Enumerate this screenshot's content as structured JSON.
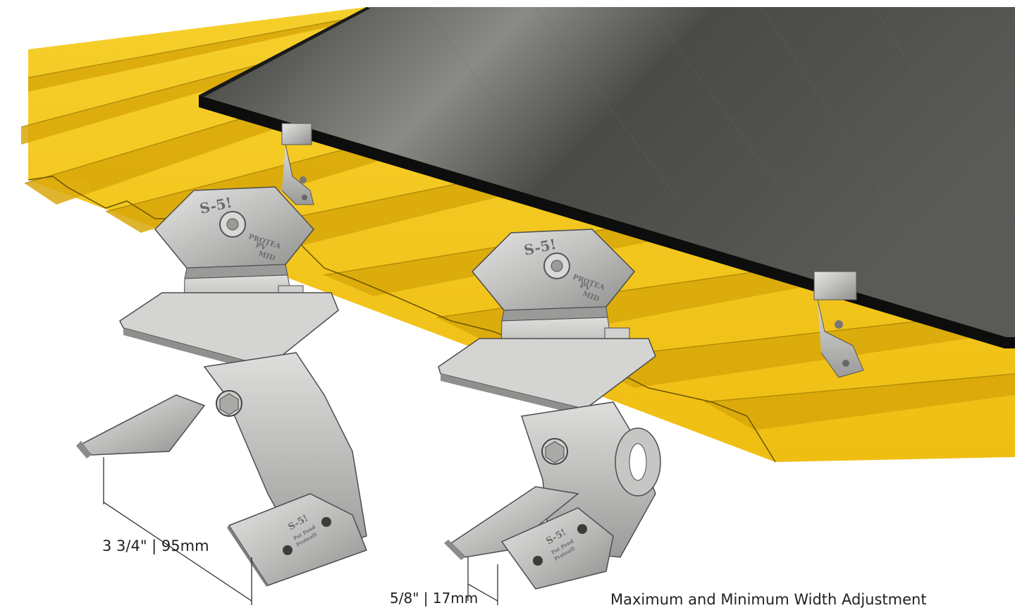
{
  "figure": {
    "caption": "Maximum and Minimum Width Adjustment",
    "dimension_max": "3 3/4\" | 95mm",
    "dimension_min": "5/8\" | 17mm"
  },
  "clamp_stamp": {
    "logo": "S-5!",
    "line1": "PROTEA",
    "line2": "PV",
    "line3": "MID"
  },
  "bracket_stamp": {
    "logo": "S-5!",
    "line1": "Pat Pend",
    "line2": "ProteaII"
  },
  "colors": {
    "roof_yellow": "#f2c318",
    "roof_rib_shadow": "#c99a06",
    "panel_dark": "#2f2f2d",
    "panel_frame": "#0d0d0d",
    "aluminum": "#c8c8c6",
    "aluminum_shadow": "#8d8d8b",
    "line": "#231f20"
  }
}
